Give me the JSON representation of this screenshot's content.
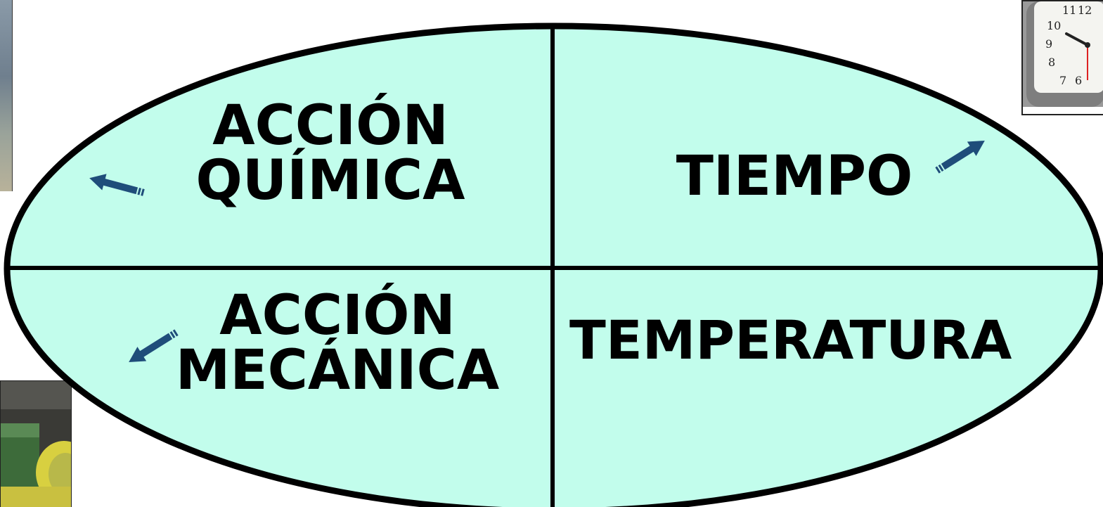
{
  "quadrants": {
    "top_left": {
      "line1": "ACCIÓN",
      "line2": "QUÍMICA"
    },
    "top_right": {
      "line1": "TIEMPO"
    },
    "bottom_left": {
      "line1": "ACCIÓN",
      "line2": "MECÁNICA"
    },
    "bottom_right": {
      "line1": "TEMPERATURA"
    }
  },
  "clock_numbers": [
    "11",
    "12",
    "10",
    "9",
    "8",
    "7",
    "6"
  ],
  "colors": {
    "fill": "#c2fdec",
    "outline": "#000000",
    "arrow": "#1f4d7a",
    "text": "#000000"
  },
  "icons": [
    "clock-photo",
    "sponge-photo",
    "machine-photo",
    "arrow-icon"
  ]
}
